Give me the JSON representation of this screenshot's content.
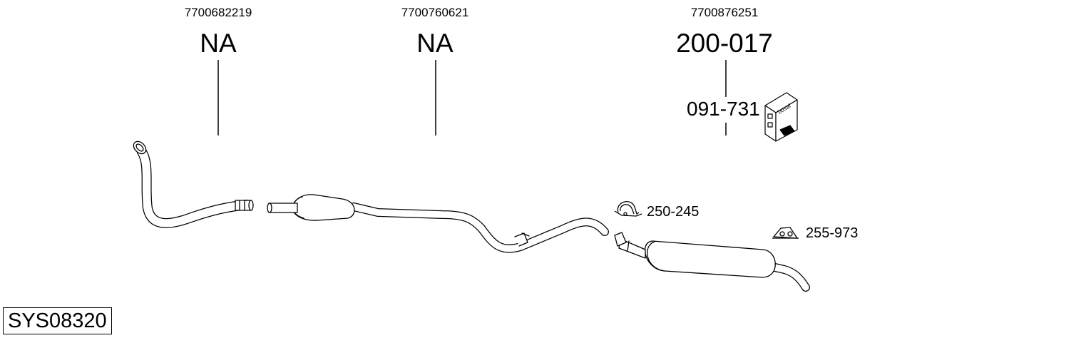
{
  "parts": [
    {
      "oem": "7700682219",
      "ref": "NA"
    },
    {
      "oem": "7700760621",
      "ref": "NA"
    },
    {
      "oem": "7700876251",
      "ref": "200-017",
      "kit_ref": "091-731"
    }
  ],
  "accessories": [
    {
      "ref": "250-245",
      "icon": "clamp-icon"
    },
    {
      "ref": "255-973",
      "icon": "rubber-hanger-icon"
    }
  ],
  "box_brand": "bosal",
  "system_code": "SYS08320"
}
